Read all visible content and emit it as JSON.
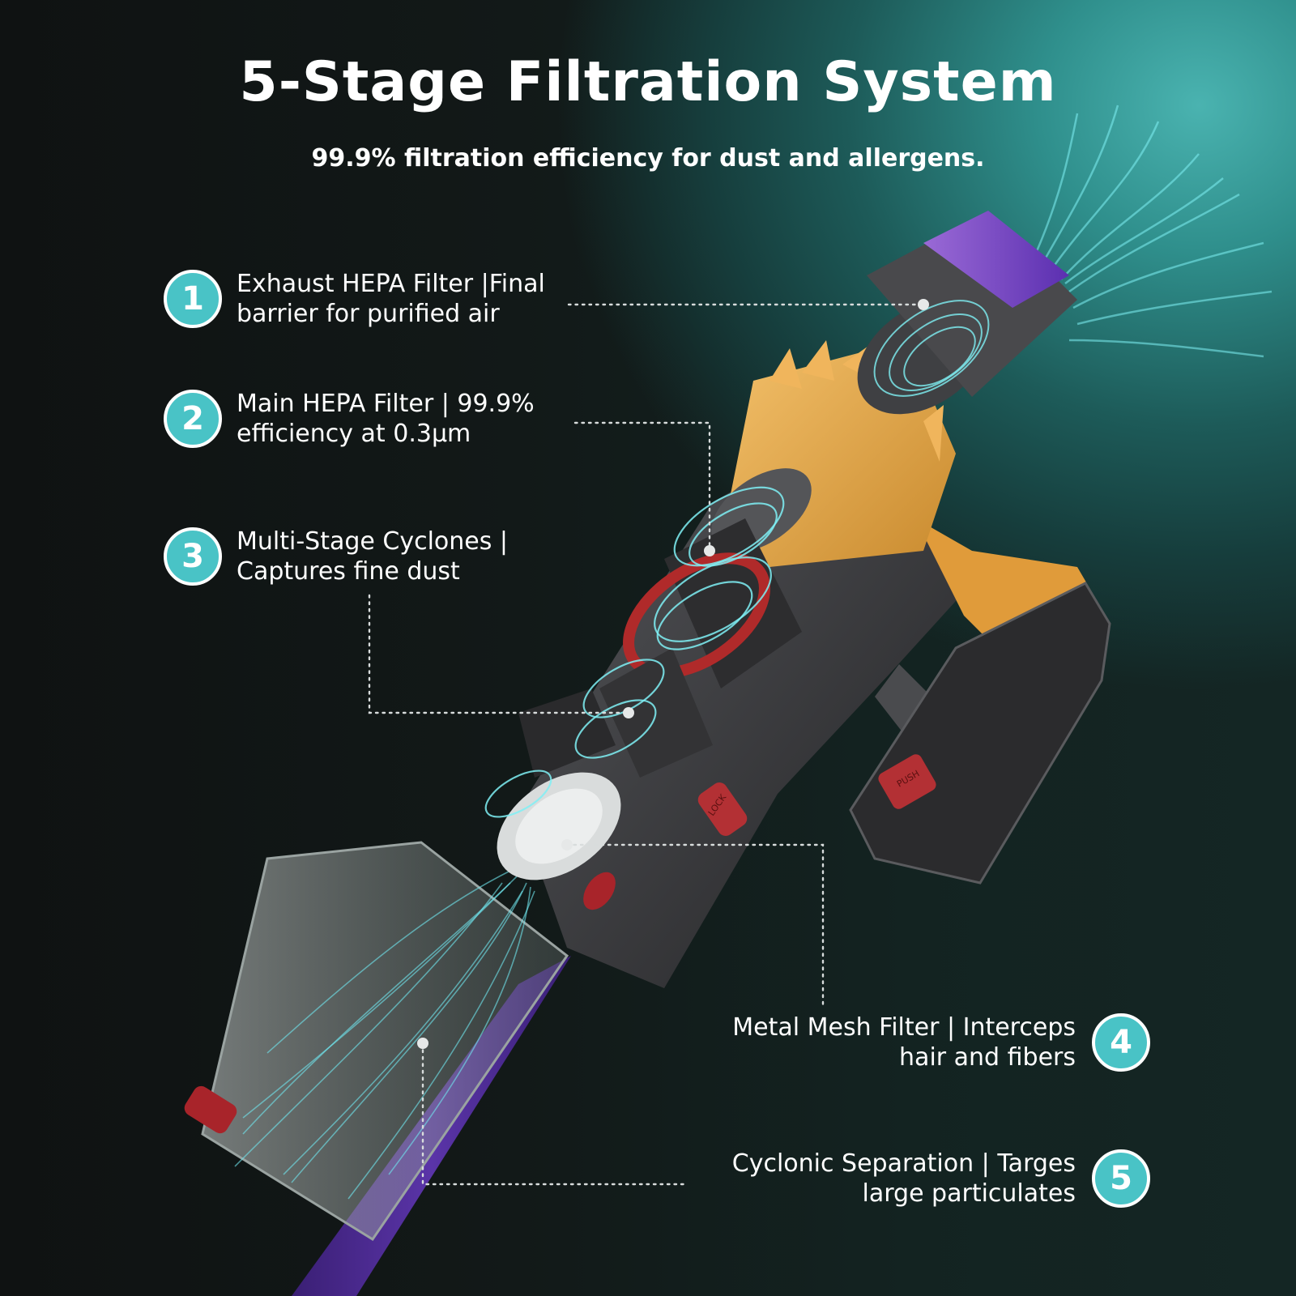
{
  "header": {
    "title": "5-Stage Filtration System",
    "subtitle": "99.9% filtration efficiency for dust and allergens."
  },
  "callouts": [
    {
      "number": "1",
      "text": "Exhaust HEPA Filter |Final\nbarrier for purified air"
    },
    {
      "number": "2",
      "text": "Main HEPA Filter | 99.9%\nefficiency at 0.3μm"
    },
    {
      "number": "3",
      "text": "Multi-Stage Cyclones |\nCaptures fine dust"
    },
    {
      "number": "4",
      "text": "Metal Mesh Filter | Interceps\nhair and fibers"
    },
    {
      "number": "5",
      "text": "Cyclonic Separation | Targes\nlarge particulates"
    }
  ],
  "product": {
    "lock_label": "LOCK",
    "push_label": "PUSH"
  },
  "colors": {
    "badge": "#49c3c6",
    "glow": "#4ab3b0",
    "airflow": "#5fe0ea",
    "body_orange": "#e5a544",
    "wand_purple": "#4a2a8a",
    "accent_red": "#b02a2a",
    "body_dark": "#3a3a3c"
  }
}
